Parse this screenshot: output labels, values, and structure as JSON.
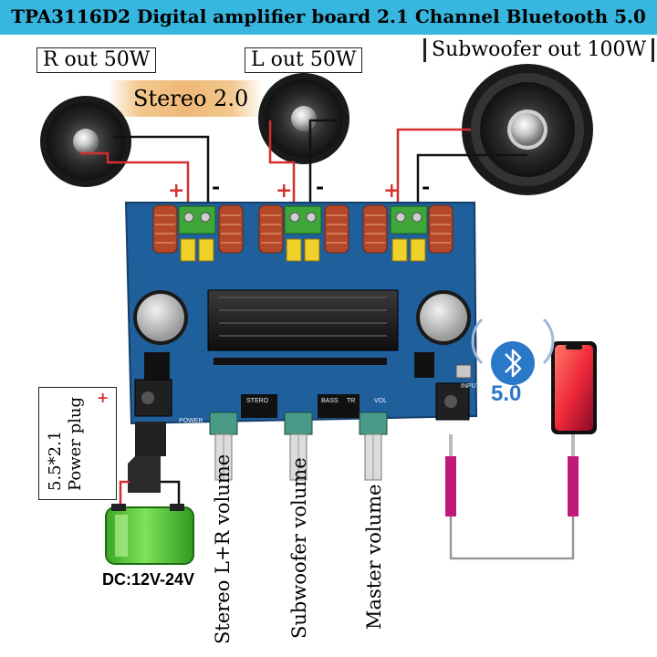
{
  "banner": {
    "title": "TPA3116D2 Digital amplifier board 2.1 Channel Bluetooth 5.0",
    "color": "#37b6df"
  },
  "outputs": {
    "right_label": "R out 50W",
    "left_label": "L out 50W",
    "subwoofer_label": "Subwoofer out 100W",
    "stereo_label": "Stereo 2.0",
    "positive_sign": "+",
    "negative_sign": "-"
  },
  "power": {
    "plug_label_line1": "5.5*2.1",
    "plug_label_line2": "Power plug",
    "plug_plus": "+",
    "voltage_label": "DC:12V-24V",
    "battery_color": "#5fd13a"
  },
  "knobs": {
    "stereo_volume_label": "Stereo L+R volume",
    "subwoofer_volume_label": "Subwoofer volume",
    "master_volume_label": "Master volume"
  },
  "bluetooth": {
    "version_label": "5.0",
    "icon": "bluetooth-icon",
    "color": "#2a78c8"
  },
  "board": {
    "color": "#1f5f9c",
    "silk_power": "POWER",
    "silk_stereo": "STERO",
    "silk_bass": "BASS",
    "silk_vol": "VOL",
    "silk_input": "INPUT",
    "silk_tr": "TR"
  },
  "cable_color": "#c2187a"
}
